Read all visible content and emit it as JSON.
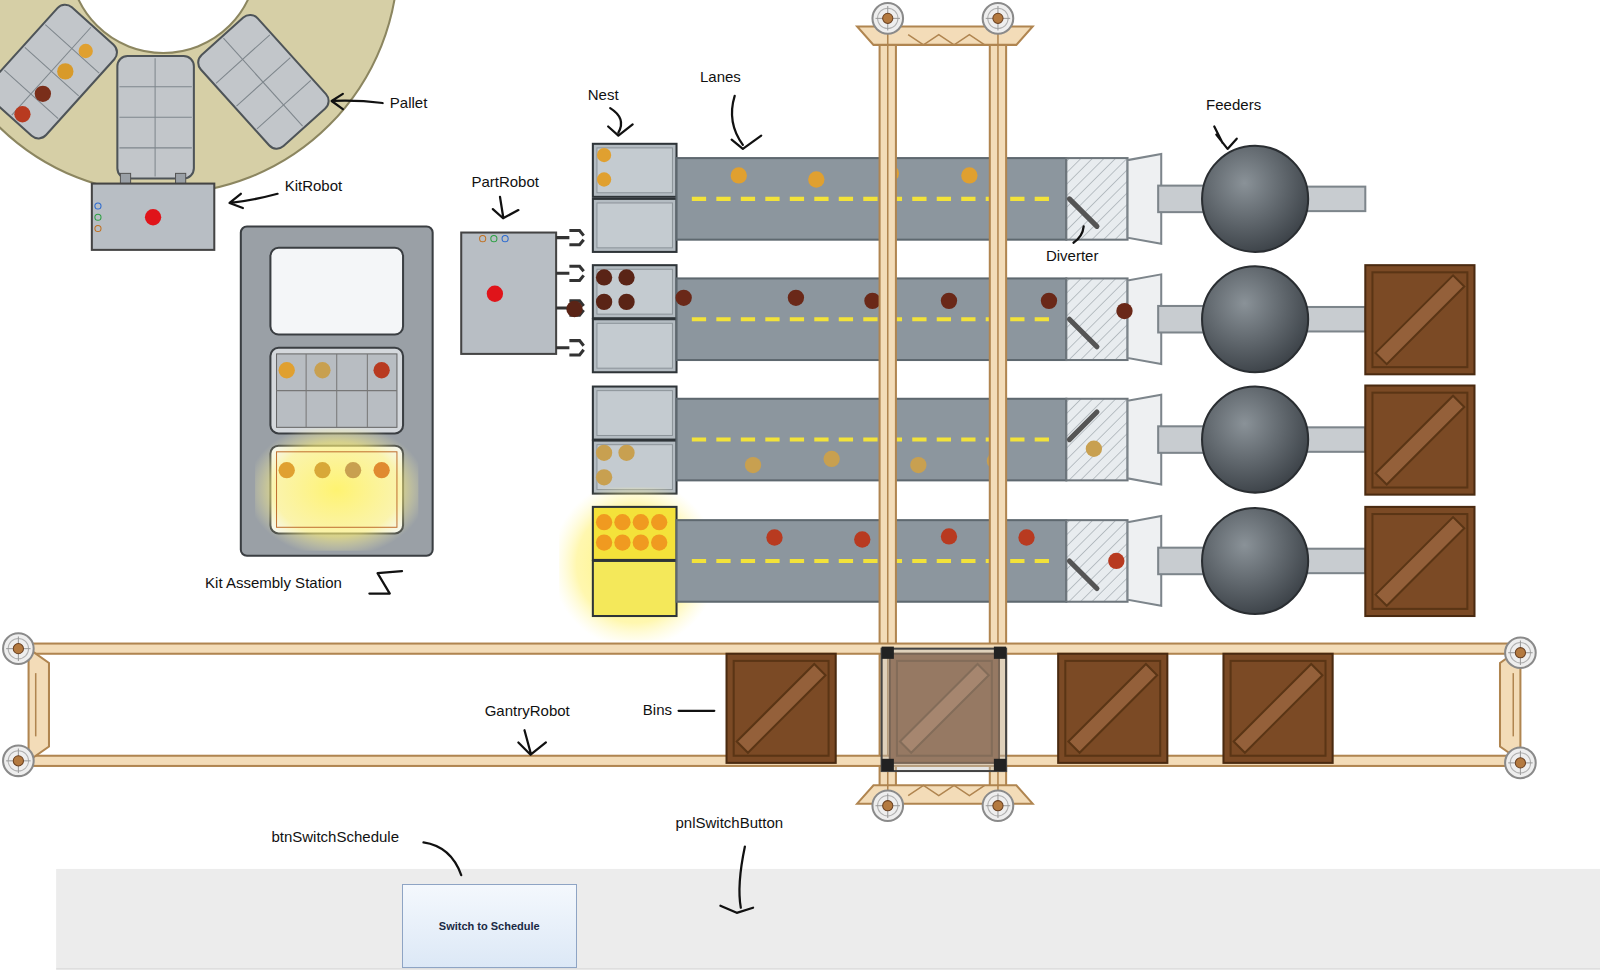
{
  "diagram": {
    "nodes": [
      {
        "text": [
          "Switch to Schedule"
        ]
      }
    ],
    "labels": [
      "Lanes",
      "Nest",
      "Pallet",
      "Feeders",
      "PartRobot",
      "KitRobot",
      "Diverter",
      "Kit Assembly Station",
      "GantryRobot",
      "Bins",
      "pnlSwitchButton",
      "btnSwitchSchedule"
    ]
  }
}
